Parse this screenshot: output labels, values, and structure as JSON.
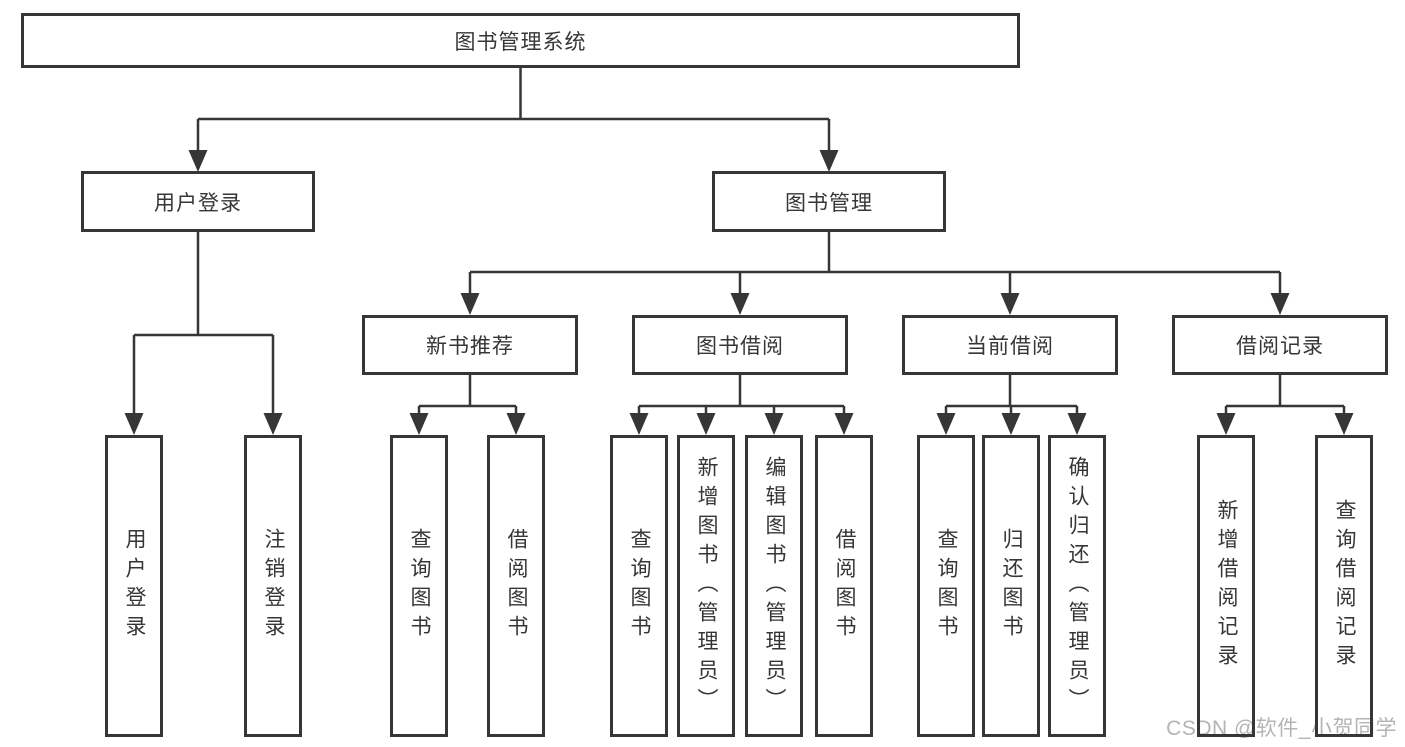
{
  "tree": {
    "root": {
      "label": "图书管理系统"
    },
    "user_login": {
      "label": "用户登录",
      "children": {
        "login": {
          "label": "用户登录"
        },
        "logout": {
          "label": "注销登录"
        }
      }
    },
    "book_management": {
      "label": "图书管理",
      "sections": {
        "new_book_recommend": {
          "label": "新书推荐",
          "children": {
            "query_books": {
              "label": "查询图书"
            },
            "borrow_books": {
              "label": "借阅图书"
            }
          }
        },
        "book_borrowing": {
          "label": "图书借阅",
          "children": {
            "query_books": {
              "label": "查询图书"
            },
            "add_books": {
              "label": "新增图书（管理员）"
            },
            "edit_books": {
              "label": "编辑图书（管理员）"
            },
            "borrow_books": {
              "label": "借阅图书"
            }
          }
        },
        "current_borrowing": {
          "label": "当前借阅",
          "children": {
            "query_books": {
              "label": "查询图书"
            },
            "return_books": {
              "label": "归还图书"
            },
            "confirm_return": {
              "label": "确认归还（管理员）"
            }
          }
        },
        "borrowing_records": {
          "label": "借阅记录",
          "children": {
            "add_record": {
              "label": "新增借阅记录"
            },
            "query_record": {
              "label": "查询借阅记录"
            }
          }
        }
      }
    }
  },
  "watermark": {
    "label": "CSDN @软件_小贺同学"
  },
  "colors": {
    "line": "#363636",
    "text": "#363636",
    "background": "#ffffff",
    "watermark": "#b4b4b4"
  }
}
